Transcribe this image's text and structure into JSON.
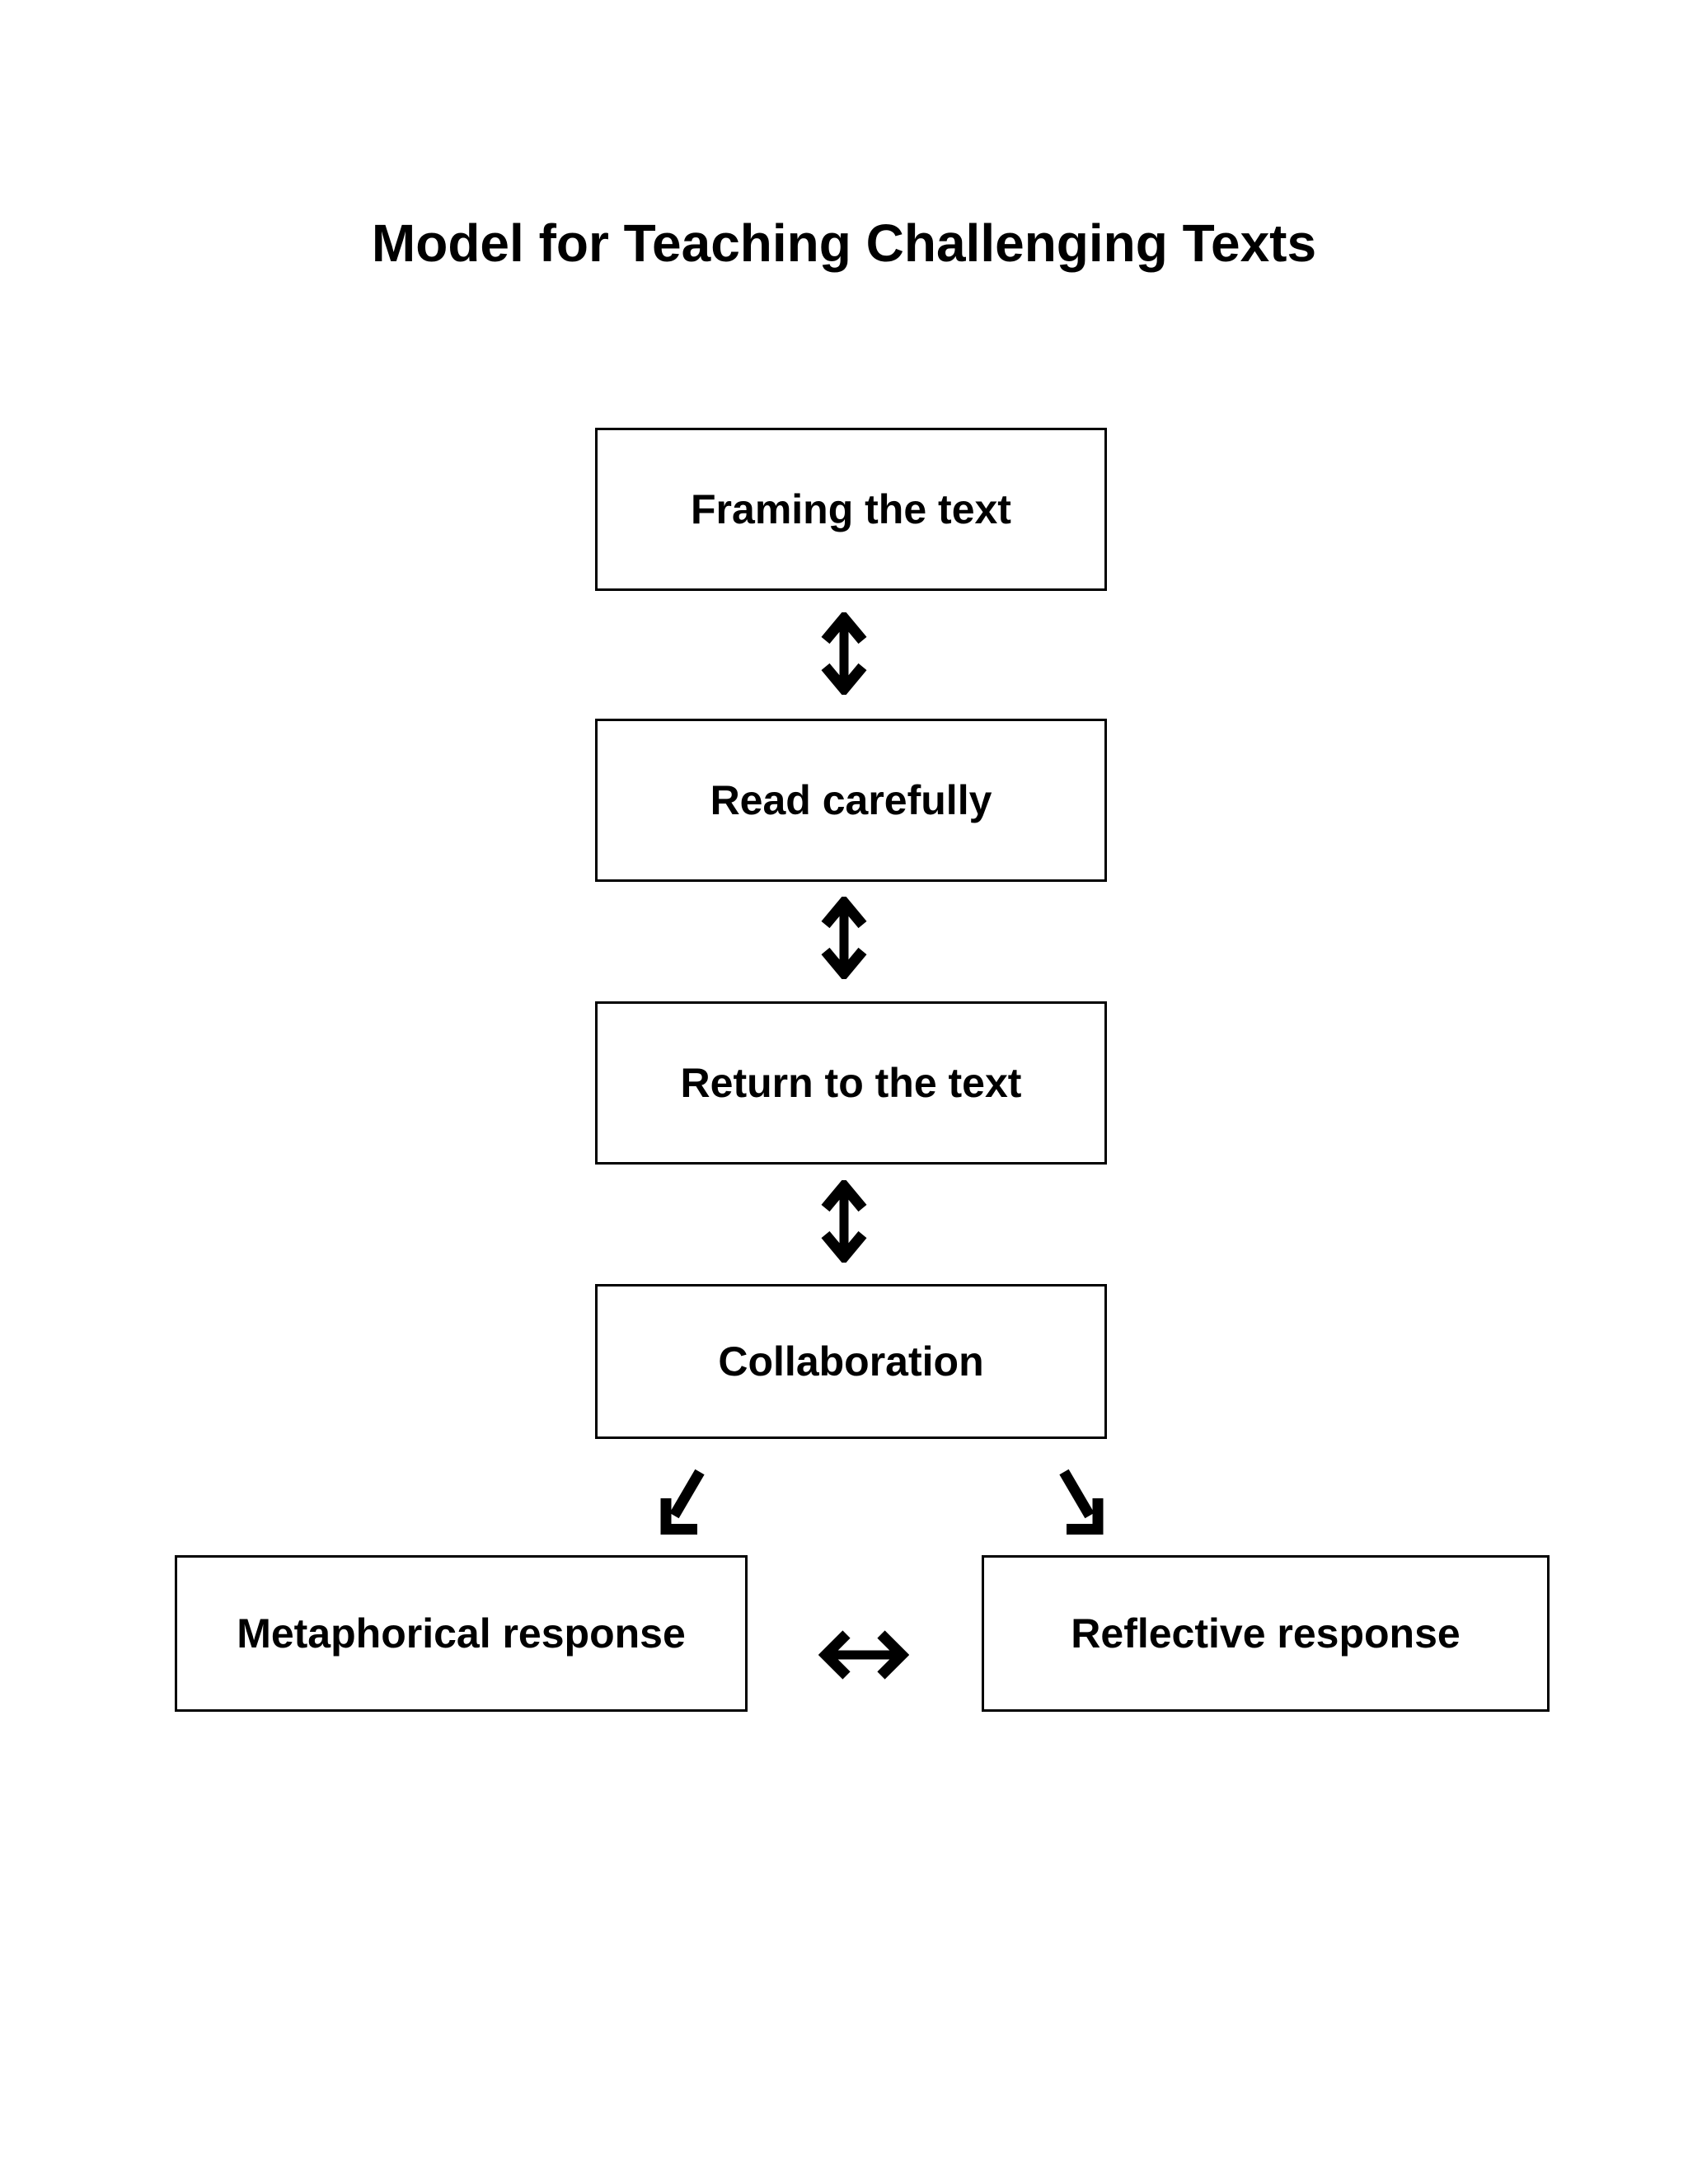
{
  "title": "Model for Teaching Challenging Texts",
  "flow": {
    "boxes": [
      {
        "label": "Framing the text"
      },
      {
        "label": "Read carefully"
      },
      {
        "label": "Return to the text"
      },
      {
        "label": "Collaboration"
      }
    ]
  },
  "outcomes": {
    "left": {
      "label": "Metaphorical response"
    },
    "right": {
      "label": "Reflective response"
    }
  },
  "icons": {
    "vertical_double_arrow": "up-down double-headed arrow",
    "diagonal_down_left_arrow": "down-left arrow",
    "diagonal_down_right_arrow": "down-right arrow",
    "horizontal_double_arrow": "left-right double-headed arrow"
  },
  "colors": {
    "ink": "#000000",
    "background": "#ffffff"
  }
}
